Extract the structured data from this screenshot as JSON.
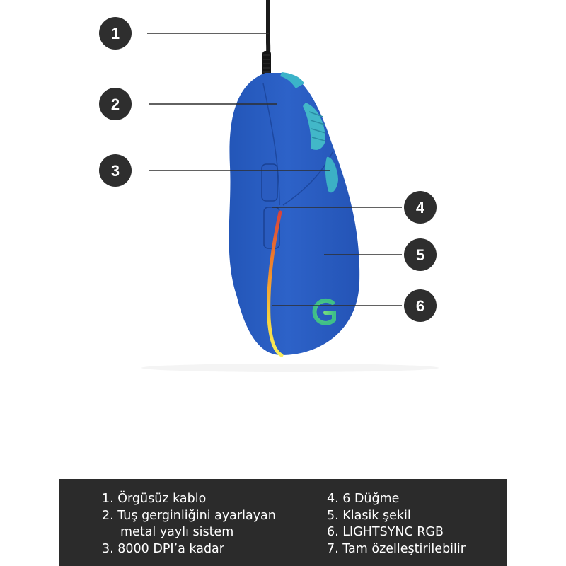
{
  "callouts": [
    {
      "number": "1",
      "meaning": "Örgüsüz kablo"
    },
    {
      "number": "2",
      "meaning": "Tuş gerginliğini ayarlayan metal yaylı sistem"
    },
    {
      "number": "3",
      "meaning": "8000 DPI'a kadar"
    },
    {
      "number": "4",
      "meaning": "6 Düğme"
    },
    {
      "number": "5",
      "meaning": "Klasik şekil"
    },
    {
      "number": "6",
      "meaning": "LIGHTSYNC RGB"
    }
  ],
  "legend": {
    "left": [
      "1. Örgüsüz kablo",
      "2. Tuş gerginliğini ayarlayan",
      "metal yaylı sistem",
      "3. 8000 DPI’a kadar"
    ],
    "right": [
      "4. 6 Düğme",
      "5. Klasik şekil",
      "6. LIGHTSYNC RGB",
      "7. Tam özelleştirilebilir"
    ]
  },
  "colors": {
    "mouse_body": "#2a5fc4",
    "accent_teal": "#3bb3c9",
    "rgb_gradient": [
      "#e2473f",
      "#f39a2c",
      "#f6e64a"
    ],
    "badge": "#2e2e2e",
    "legend_background": "#2b2b2b"
  }
}
